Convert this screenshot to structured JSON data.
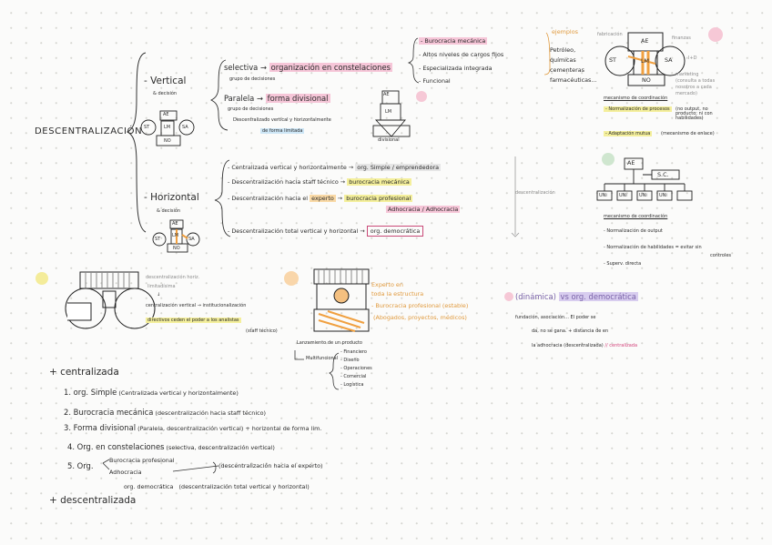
{
  "title": "DESCENTRALIZACIÓN",
  "vertical": {
    "label": "- Vertical",
    "sub": "& decisión",
    "selectiva": "selectiva →",
    "selectiva_target": "organización en constelaciones",
    "selectiva_sub": "grupo de decisiones",
    "paralela": "Paralela →",
    "paralela_target": "forma divisional",
    "paralela_sub": "grupo de decisiones",
    "note1": "Descentralizado vertical y horizontalmente",
    "note2": "de forma limitada"
  },
  "list1": [
    "- Burocracia mecánica",
    "- Altos niveles de cargos fijos",
    "- Especializada integrada",
    "- Funcional"
  ],
  "examples": {
    "title": "ejemplos",
    "items": [
      "Petróleo,",
      "químicas",
      "cementeras",
      "farmacéuticas..."
    ]
  },
  "diagram1": {
    "labels": [
      "AE",
      "ST",
      "LM",
      "SA",
      "NO"
    ],
    "annotations": [
      "divisional",
      "fabricación",
      "finanzas",
      "I+D",
      "marketing",
      "(consulta a todas",
      "nosotros a cada",
      "mercado)"
    ],
    "mec_title": "mecanismo de coordinación",
    "mec1": "- Normalización de procesos",
    "mec1_note": "(no output, no producto; ni con habilidades)",
    "mec2": "- Adaptación mutua",
    "mec2_note": "(mecanismo de enlace)"
  },
  "horizontal": {
    "label": "- Horizontal",
    "sub": "& decisión",
    "items": [
      {
        "pre": "- Centralizada vertical y horizontalmente →",
        "target": "org. Simple / emprendedora"
      },
      {
        "pre": "- Descentralización hacia staff técnico →",
        "target": "burocracia mecánica"
      },
      {
        "pre": "- Descentralización hacia el",
        "mid": "experto",
        "target": "burocracia profesional",
        "target2": "Adhocracia / Adhocracia"
      },
      {
        "pre": "- Descentralización total vertical y horizontal →",
        "target": "org. democrática"
      }
    ],
    "side": "descentralización"
  },
  "diagram2": {
    "labels": [
      "AE",
      "S.C.",
      "UNi",
      "UNi",
      "UNi",
      "UNi"
    ],
    "mec_title": "mecanismo de coordinación",
    "items": [
      "- Normalización de output",
      "- Normalización de habilidades = evitar sin",
      "- Superv. directa"
    ],
    "note": "controles"
  },
  "mid_left": {
    "t1": "descentralización horiz.",
    "t2": "limitadísima",
    "arrow": "↓",
    "t3": "centralización vertical → institucionalización",
    "t4": "directivos ceden el poder a los analistas",
    "t5": "(staff técnico)"
  },
  "mid_center": {
    "expert1": "Experto en",
    "expert2": "toda la estructura",
    "expert3": "- Burocracia profesional (estable)",
    "expert4": "(Abogados, proyectos, médicos)",
    "launch": "Lanzamiento de un producto",
    "multi": "Multifuncional",
    "multi_items": [
      "- Financiero",
      "- Diseño",
      "- Operaciones",
      "- Comercial",
      "- Logística"
    ]
  },
  "right_mid": {
    "title_a": "(dinámica)",
    "title_b": "vs org. democrática",
    "l1": "fundación, asociación... El poder se",
    "l2": "da, no se gana. + distancia de en",
    "l3": "la adhocracia (descentralizada)",
    "l3b": "// centralizada"
  },
  "bottom": {
    "plus1": "+ centralizada",
    "items": [
      {
        "n": "1. org. Simple",
        "d": "(Centralizada vertical y horizontalmente)"
      },
      {
        "n": "2. Burocracia mecánica",
        "d": "(descentralización hacia staff técnico)"
      },
      {
        "n": "3. Forma divisional",
        "d": "(Paralela, descentralización vertical) + horizontal de forma lim."
      },
      {
        "n": "4. Org. en constelaciones",
        "d": "(selectiva, descentralización vertical)"
      }
    ],
    "item5_n": "5. Org.",
    "item5_a": "Burocracia profesional",
    "item5_b": "Adhocracia",
    "item5_note": "(descentralización hacia el experto)",
    "item5_c": "org. democrática",
    "item5_c_note": "(descentralización total vertical y horizontal)",
    "plus2": "+ descentralizada"
  }
}
